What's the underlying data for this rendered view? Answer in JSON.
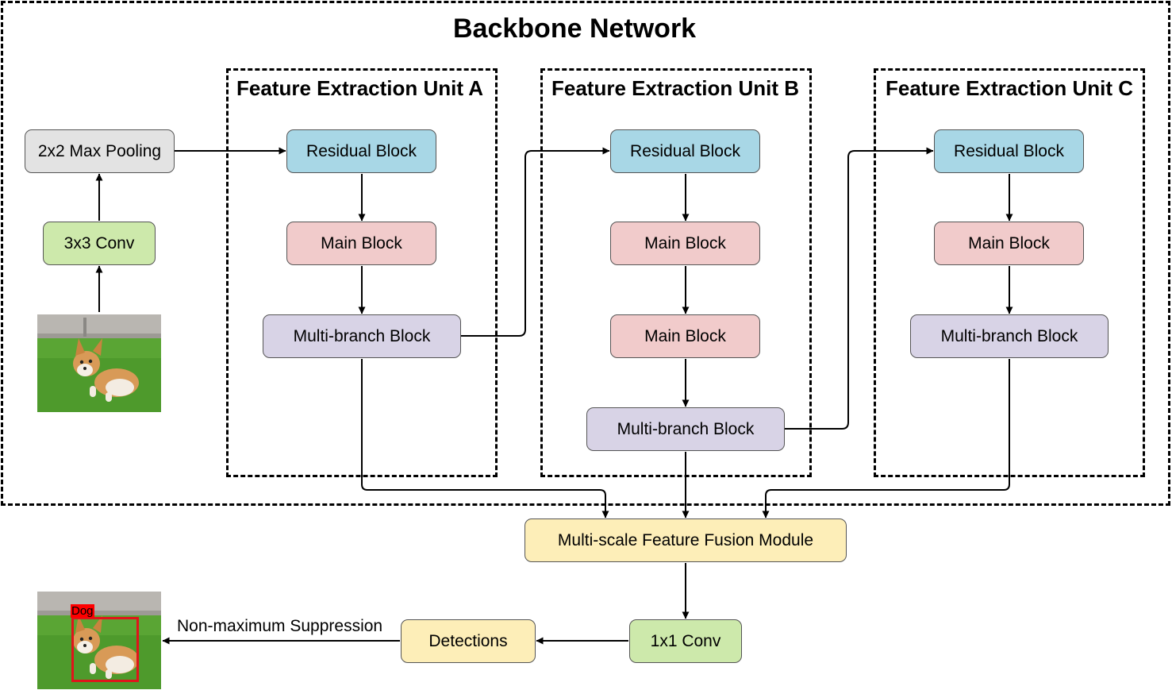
{
  "backbone": {
    "title": "Backbone Network"
  },
  "units": [
    {
      "title": "Feature Extraction Unit A"
    },
    {
      "title": "Feature Extraction Unit B"
    },
    {
      "title": "Feature Extraction Unit C"
    }
  ],
  "stem": {
    "max_pool": "2x2 Max Pooling",
    "conv3": "3x3 Conv"
  },
  "unit_a": {
    "residual": "Residual Block",
    "main1": "Main Block",
    "multi": "Multi-branch Block"
  },
  "unit_b": {
    "residual": "Residual Block",
    "main1": "Main Block",
    "main2": "Main Block",
    "multi": "Multi-branch Block"
  },
  "unit_c": {
    "residual": "Residual Block",
    "main1": "Main Block",
    "multi": "Multi-branch Block"
  },
  "head": {
    "fusion": "Multi-scale Feature Fusion Module",
    "conv1": "1x1 Conv",
    "detections": "Detections",
    "nms_label": "Non-maximum Suppression"
  },
  "output_image": {
    "box_label": "Dog"
  },
  "colors": {
    "stem_pool": "#e3e3e3",
    "conv": "#cde9ab",
    "residual": "#a8d7e6",
    "main": "#f1cbcb",
    "multi_branch": "#d8d3e6",
    "fusion": "#fdeeb8",
    "bbox": "#e0141b"
  }
}
